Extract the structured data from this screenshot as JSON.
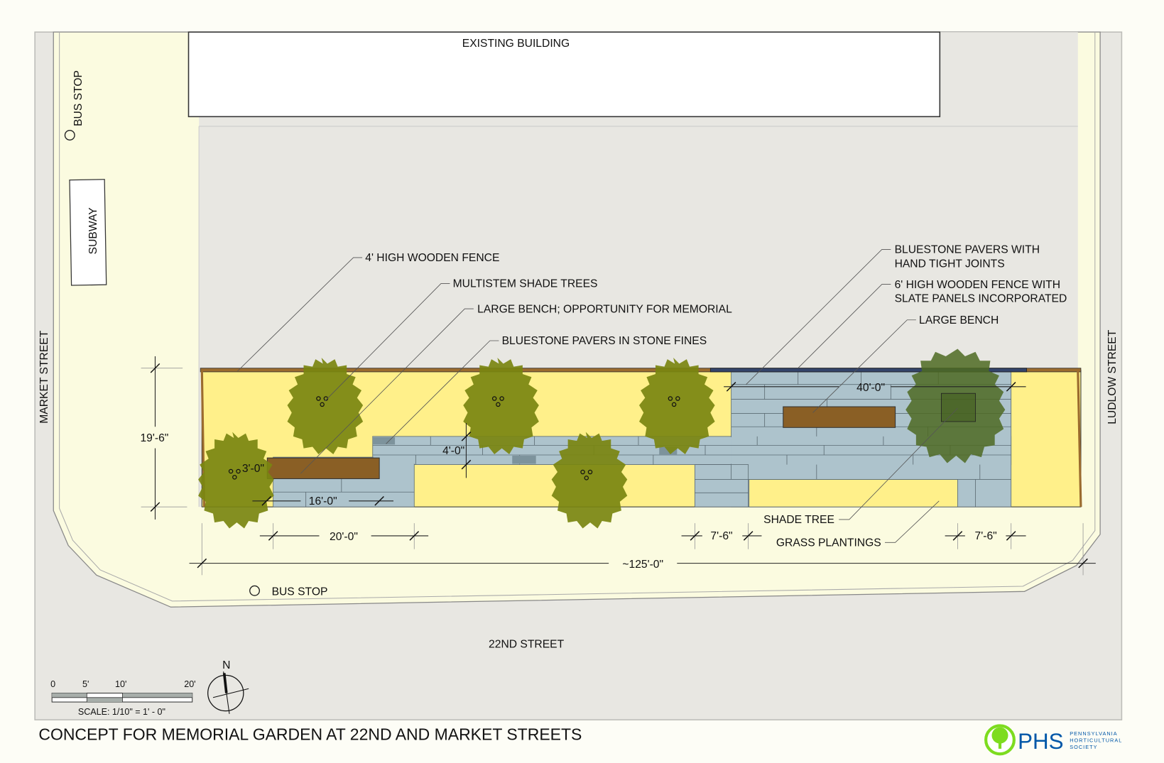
{
  "title": "CONCEPT FOR MEMORIAL GARDEN AT 22ND AND MARKET STREETS",
  "streets": {
    "market": "MARKET STREET",
    "ludlow": "LUDLOW STREET",
    "twenty_second": "22ND STREET"
  },
  "site": {
    "existing_building": "EXISTING BUILDING",
    "subway": "SUBWAY",
    "bus_stop_top": "BUS STOP",
    "bus_stop_bottom": "BUS STOP"
  },
  "callouts": {
    "fence_4ft": "4' HIGH WOODEN FENCE",
    "multistem_trees": "MULTISTEM SHADE TREES",
    "large_bench_memorial": "LARGE BENCH; OPPORTUNITY FOR MEMORIAL",
    "pavers_stone_fines": "BLUESTONE PAVERS IN STONE FINES",
    "pavers_hand_tight_1": "BLUESTONE PAVERS WITH",
    "pavers_hand_tight_2": "HAND TIGHT JOINTS",
    "fence_6ft_1": "6' HIGH WOODEN FENCE WITH",
    "fence_6ft_2": "SLATE PANELS INCORPORATED",
    "large_bench": "LARGE BENCH",
    "shade_tree": "SHADE TREE",
    "grass_plantings": "GRASS PLANTINGS"
  },
  "dimensions": {
    "depth": "19'-6\"",
    "bench_width": "3'-0\"",
    "path_width": "4'-0\"",
    "bench_length": "16'-0\"",
    "left_paving": "20'-0\"",
    "right_paving": "40'-0\"",
    "gap_left": "7'-6\"",
    "gap_right": "7'-6\"",
    "overall": "~125'-0\""
  },
  "scale_bar": {
    "ticks": [
      "0",
      "5'",
      "10'",
      "20'"
    ],
    "caption": "SCALE: 1/10\" = 1' - 0\""
  },
  "north_arrow": {
    "label": "N"
  },
  "logo": {
    "acronym": "PHS",
    "line1": "PENNSYLVANIA",
    "line2": "HORTICULTURAL",
    "line3": "SOCIETY",
    "color": "#0057a8",
    "ring_color": "#7ddc1f"
  },
  "colors": {
    "lot": "#e8e7e2",
    "sidewalk": "#fbfbe0",
    "planting": "#fff08a",
    "pavers": "#adc3cc",
    "tree": "#7a8610",
    "shade_tree": "#4d6a22",
    "bench": "#8a5f25"
  }
}
